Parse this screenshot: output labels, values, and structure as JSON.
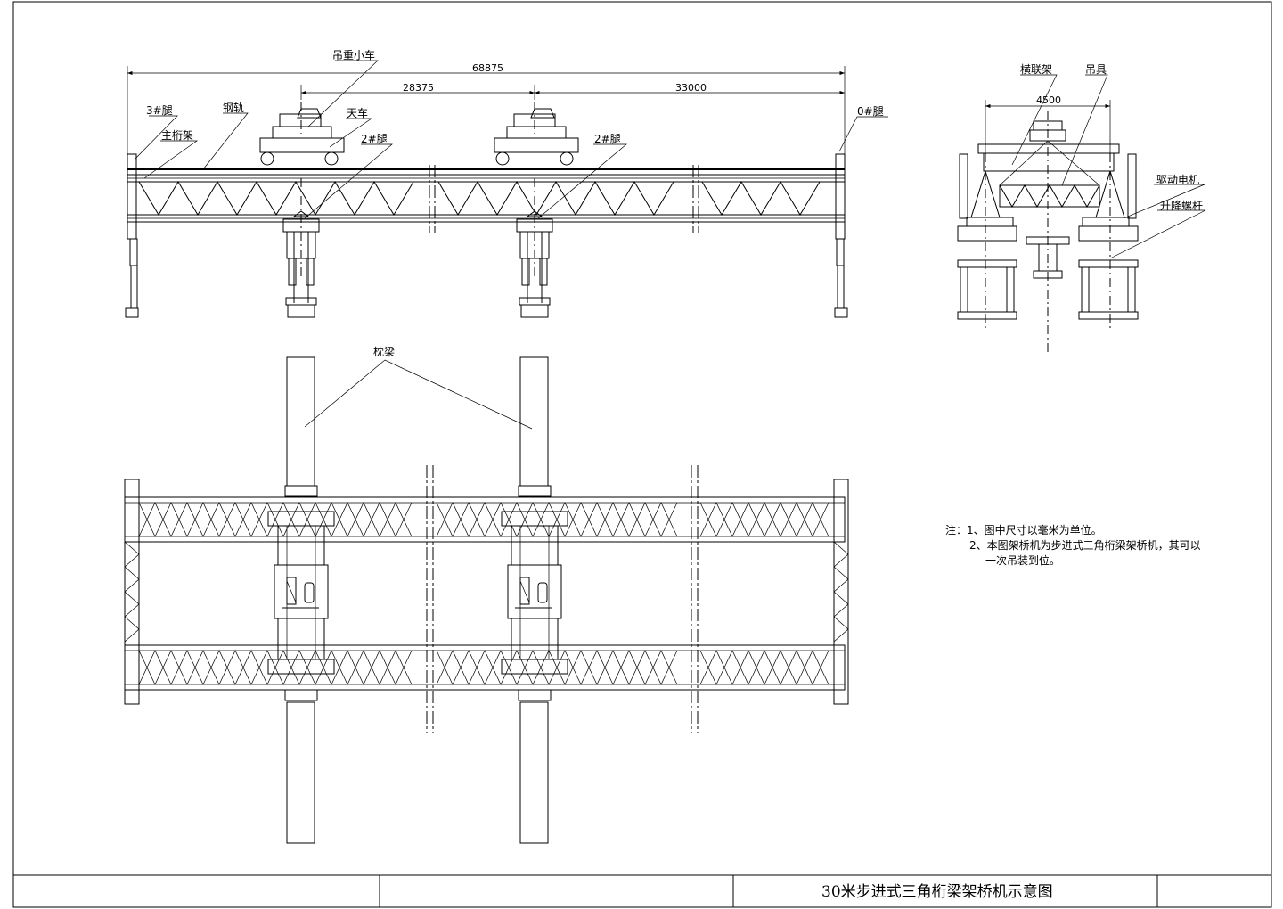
{
  "labels": {
    "trolley": "吊重小车",
    "leg3": "3#腿",
    "rail": "钢轨",
    "crane": "天车",
    "main_truss": "主桁架",
    "leg2_left": "2#腿",
    "leg2_right": "2#腿",
    "leg0": "0#腿",
    "crossbeam": "横联架",
    "spreader": "吊具",
    "motor": "驱动电机",
    "screw": "升降螺杆",
    "sleeper": "枕梁"
  },
  "dimensions": {
    "total": "68875",
    "left_span": "28375",
    "right_span": "33000",
    "side_width": "4500"
  },
  "notes": {
    "line1": "注：1、图中尺寸以毫米为单位。",
    "line2": "2、本图架桥机为步进式三角桁梁架桥机，其可以",
    "line3": "一次吊装到位。"
  },
  "title_block": {
    "title": "30米步进式三角桁梁架桥机示意图"
  }
}
